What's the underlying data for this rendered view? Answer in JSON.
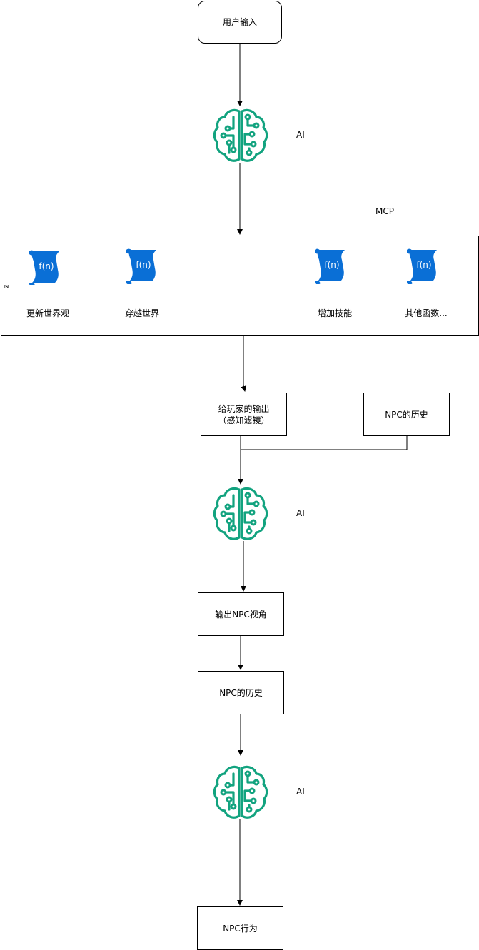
{
  "nodes": {
    "user_input": "用户输入",
    "player_output_line1": "给玩家的输出",
    "player_output_line2": "（感知滤镜）",
    "npc_history_side": "NPC的历史",
    "output_npc_view": "输出NPC视角",
    "npc_history": "NPC的历史",
    "npc_action": "NPC行为"
  },
  "ai_labels": [
    "AI",
    "AI",
    "AI"
  ],
  "mcp": {
    "label": "MCP",
    "side_mark": "z",
    "functions": [
      "更新世界观",
      "穿越世界",
      "增加技能",
      "其他函数..."
    ],
    "function_icon_text": "f(n)"
  },
  "colors": {
    "ai_icon": "#12A37F",
    "function_icon": "#0A6FD6",
    "line": "#000000"
  }
}
